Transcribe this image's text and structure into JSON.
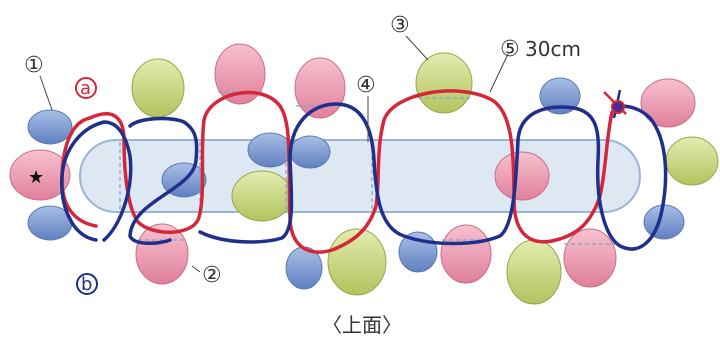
{
  "labels": {
    "circle_1": "①",
    "circle_2": "②",
    "circle_3": "③",
    "circle_4": "④",
    "circle_5": "⑤",
    "length": "30cm",
    "letter_a": "a",
    "letter_b": "b",
    "caption": "〈上面〉",
    "star": "★"
  },
  "colors": {
    "red_cord": "#d6263a",
    "blue_cord": "#1f2f8c",
    "bead_blue": "#7d9bd0",
    "bead_pink": "#ef9db4",
    "bead_green": "#c9d77d",
    "bar_fill": "#dde8f3",
    "bar_stroke": "#97b6d6"
  }
}
